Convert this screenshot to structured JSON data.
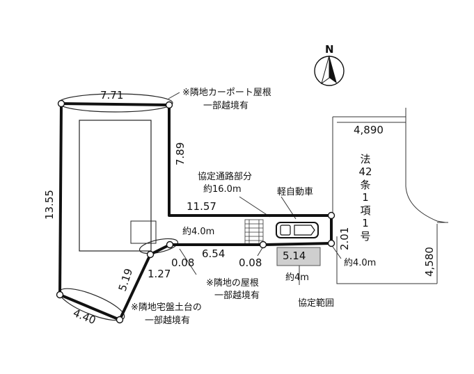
{
  "north_label": "N",
  "dimensions": {
    "top_left": "7.71",
    "top_right_vertical": "7.89",
    "left_vertical": "13.55",
    "mid_horizontal": "11.57",
    "right_short": "2.01",
    "inner_a": "6.54",
    "inner_b": "0.08",
    "inner_c": "0.08",
    "inner_d": "1.27",
    "bottom_diag": "5.19",
    "bottom_left": "4.40",
    "lower_right": "5.14",
    "road_width": "4,890",
    "road_right": "4,580"
  },
  "notes": {
    "carport_line1": "※隣地カーポート屋根",
    "carport_line2": "一部越境有",
    "passage_line1": "協定通路部分",
    "passage_line2": "約16.0m",
    "light_car": "軽自動車",
    "approx_4m_a": "約4.0m",
    "approx_4m_b": "約4.0m",
    "approx_4m_c": "約4m",
    "roof_line1": "※隣地の屋根",
    "roof_line2": "一部越境有",
    "agreement_area": "協定範囲",
    "base_line1": "※隣地宅盤土台の",
    "base_line2": "一部越境有"
  },
  "road_label_chars": [
    "法",
    "42",
    "条",
    "1",
    "項",
    "1",
    "号"
  ]
}
